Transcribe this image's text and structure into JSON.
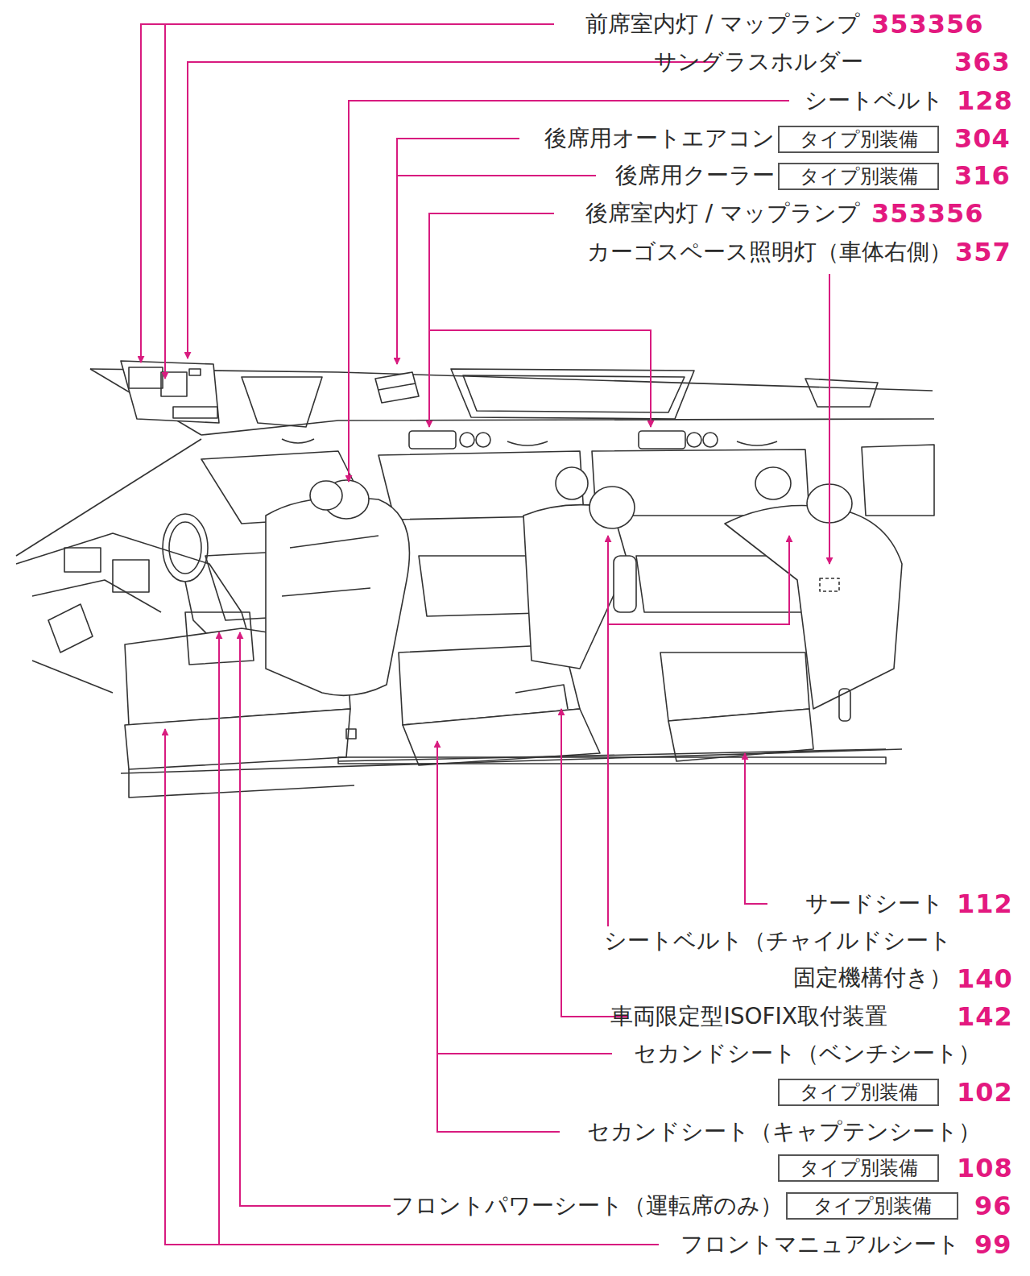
{
  "diagram": {
    "nodes": [
      {
        "text": [
          "タイプ別装備"
        ]
      },
      {
        "text": [
          "タイプ別装備"
        ]
      },
      {
        "text": [
          "タイプ別装備"
        ]
      },
      {
        "text": [
          "タイプ別装備"
        ]
      },
      {
        "text": [
          "タイプ別装備"
        ]
      }
    ],
    "labels": [
      "前席室内灯 / マップランプ",
      "353356",
      "サングラスホルダー",
      "363",
      "シートベルト",
      "128",
      "後席用オートエアコン",
      "304",
      "後席用クーラー",
      "316",
      "後席室内灯 / マップランプ",
      "353356",
      "カーゴスペース照明灯（車体右側）",
      "357",
      "サードシート",
      "112",
      "シートベルト（チャイルドシート 固定機構付き）",
      "140",
      "車両限定型ISOFIX取付装置",
      "142",
      "セカンドシート（ベンチシート）",
      "102",
      "セカンドシート（キャプテンシート）",
      "108",
      "フロントパワーシート（運転席のみ）",
      "96",
      "フロントマニュアルシート",
      "99"
    ]
  }
}
